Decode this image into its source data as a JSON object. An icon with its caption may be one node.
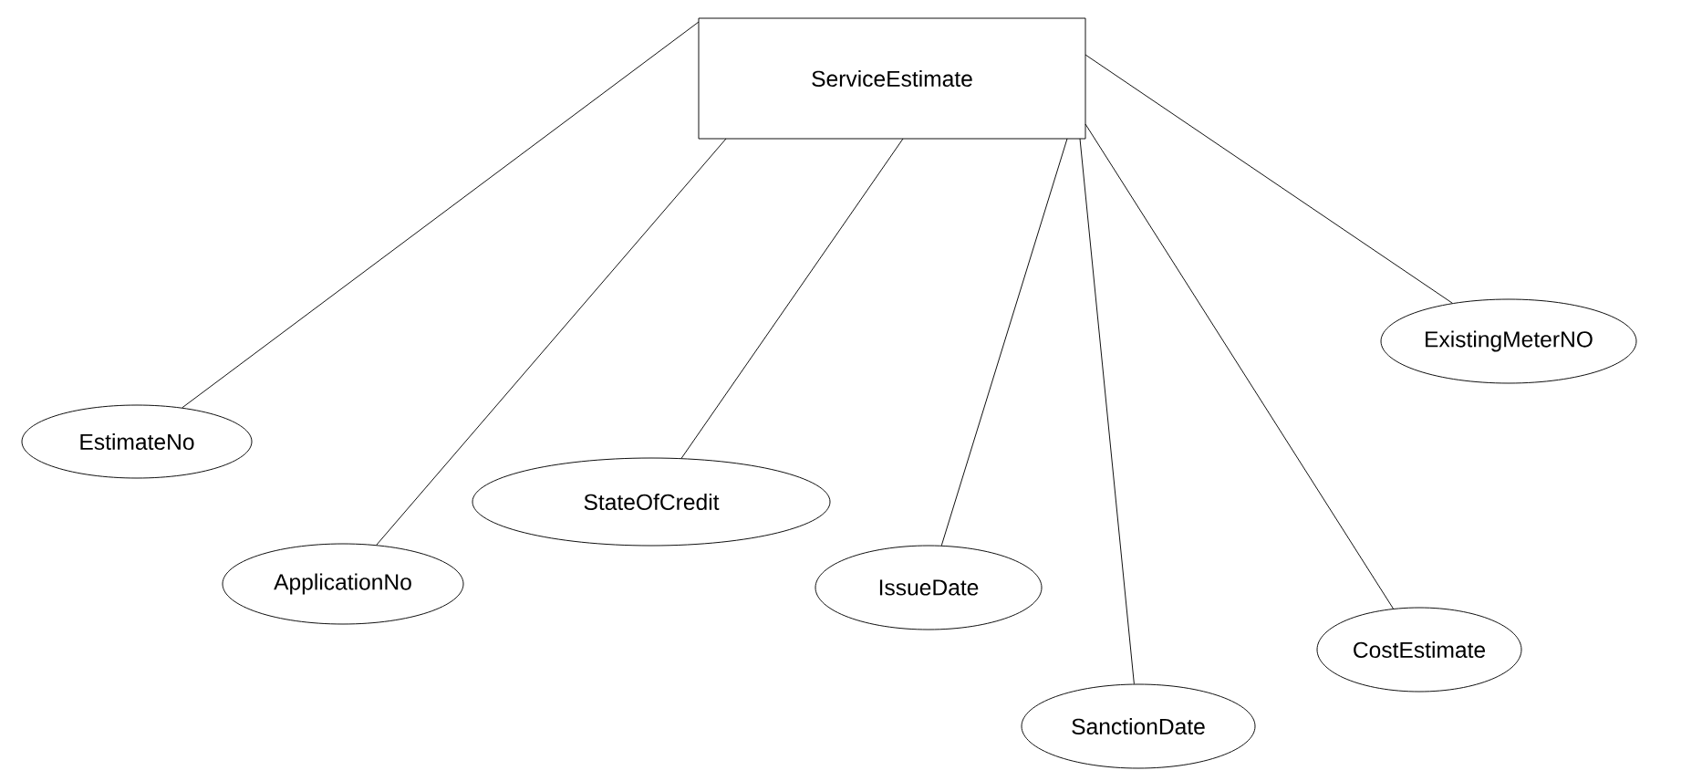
{
  "diagram": {
    "nodes": [
      {
        "text": [
          "ServiceEstimate"
        ]
      },
      {
        "text": [
          "EstimateNo"
        ]
      },
      {
        "text": [
          "ApplicationNo"
        ]
      },
      {
        "text": [
          "StateOfCredit"
        ]
      },
      {
        "text": [
          "IssueDate"
        ]
      },
      {
        "text": [
          "SanctionDate"
        ]
      },
      {
        "text": [
          "CostEstimate"
        ]
      },
      {
        "text": [
          "ExistingMeterNO"
        ]
      }
    ],
    "edges": [
      {
        "from": 0,
        "to": 1,
        "arrow": "none"
      },
      {
        "from": 0,
        "to": 2,
        "arrow": "none"
      },
      {
        "from": 0,
        "to": 3,
        "arrow": "none"
      },
      {
        "from": 0,
        "to": 4,
        "arrow": "none"
      },
      {
        "from": 0,
        "to": 5,
        "arrow": "none"
      },
      {
        "from": 0,
        "to": 6,
        "arrow": "none"
      },
      {
        "from": 0,
        "to": 7,
        "arrow": "none"
      }
    ]
  }
}
